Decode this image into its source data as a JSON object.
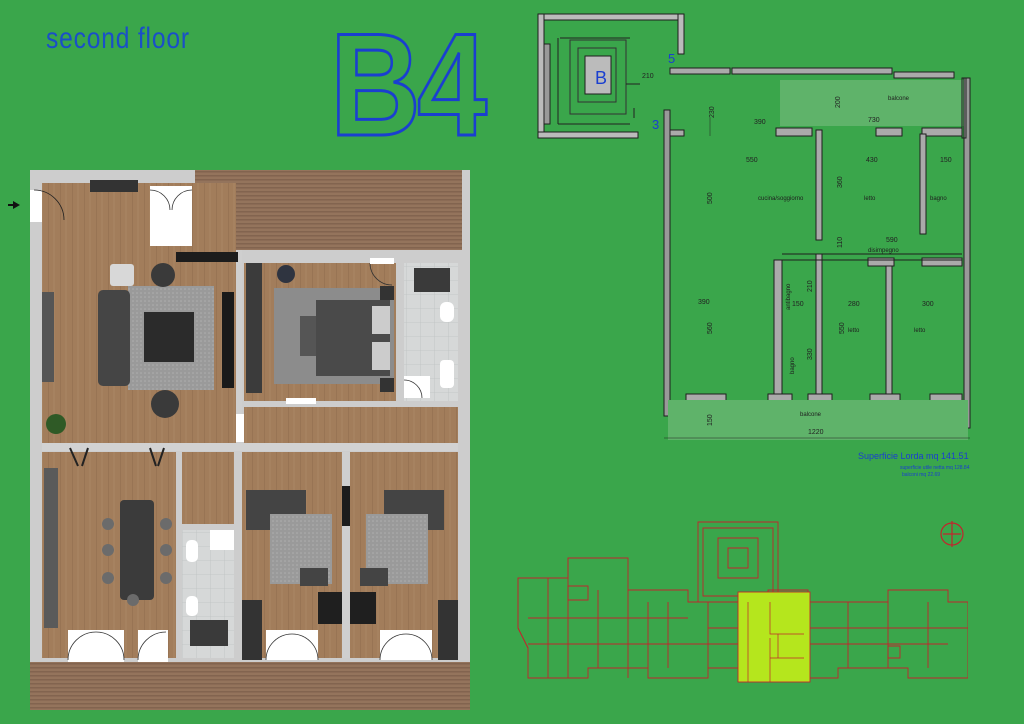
{
  "header": {
    "floor_label": "second floor",
    "unit_code": "B4"
  },
  "key_plan": {
    "letter": "B",
    "stair_number_top": "5",
    "stair_number_left": "3",
    "corridor_dim": "210"
  },
  "dimension_plan": {
    "rooms": {
      "balcony_top": "balcone",
      "kitchen_living": "cucina/soggiorno",
      "bedroom_1": "letto",
      "bathroom_1": "bagno",
      "hallway": "disimpegno",
      "antibathroom": "antibagno",
      "bathroom_2": "bagno",
      "bedroom_2": "letto",
      "bedroom_3": "letto",
      "balcony_bottom": "balcone"
    },
    "dimensions": {
      "d200": "200",
      "d230": "230",
      "d390a": "390",
      "d730": "730",
      "d550": "550",
      "d430": "430",
      "d150a": "150",
      "d500": "500",
      "d360": "360",
      "d590": "590",
      "d110": "110",
      "d390b": "390",
      "d150b": "150",
      "d210": "210",
      "d280": "280",
      "d300": "300",
      "d560": "560",
      "d550b": "550",
      "d330": "330",
      "d150c": "150",
      "d1220": "1220"
    }
  },
  "areas": {
    "gross_label": "Superficie Lorda mq 141.51",
    "net_label": "superficie utile netta mq 128.84",
    "balcony_label": "balconi mq 22.69"
  },
  "colors": {
    "background": "#3aa64b",
    "accent_blue": "#1a3fd0",
    "highlight": "#b5e61d",
    "wall": "#cfcfcf",
    "wood_floor": "#a6815f",
    "deck": "#8d6e58"
  }
}
